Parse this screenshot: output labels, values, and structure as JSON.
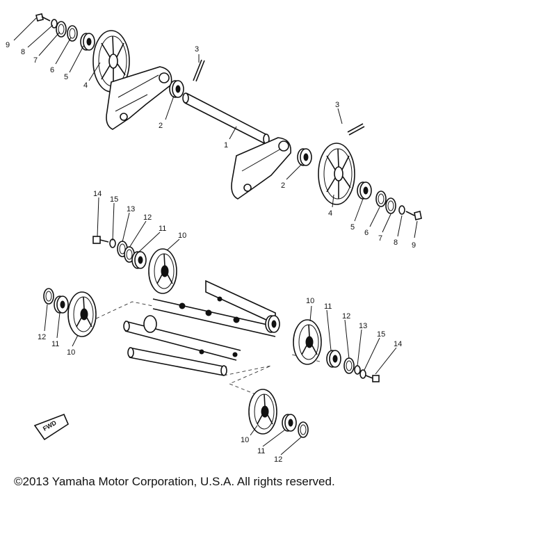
{
  "callouts": [
    {
      "id": "c-9-a",
      "text": "9"
    },
    {
      "id": "c-8-a",
      "text": "8"
    },
    {
      "id": "c-7-a",
      "text": "7"
    },
    {
      "id": "c-6-a",
      "text": "6"
    },
    {
      "id": "c-5-a",
      "text": "5"
    },
    {
      "id": "c-4-a",
      "text": "4"
    },
    {
      "id": "c-3-a",
      "text": "3"
    },
    {
      "id": "c-2-a",
      "text": "2"
    },
    {
      "id": "c-1",
      "text": "1"
    },
    {
      "id": "c-3-b",
      "text": "3"
    },
    {
      "id": "c-2-b",
      "text": "2"
    },
    {
      "id": "c-4-b",
      "text": "4"
    },
    {
      "id": "c-5-b",
      "text": "5"
    },
    {
      "id": "c-6-b",
      "text": "6"
    },
    {
      "id": "c-7-b",
      "text": "7"
    },
    {
      "id": "c-8-b",
      "text": "8"
    },
    {
      "id": "c-9-b",
      "text": "9"
    },
    {
      "id": "c-14-a",
      "text": "14"
    },
    {
      "id": "c-15-a",
      "text": "15"
    },
    {
      "id": "c-13-a",
      "text": "13"
    },
    {
      "id": "c-12-a",
      "text": "12"
    },
    {
      "id": "c-11-a",
      "text": "11"
    },
    {
      "id": "c-10-a",
      "text": "10"
    },
    {
      "id": "c-12-b",
      "text": "12"
    },
    {
      "id": "c-11-b",
      "text": "11"
    },
    {
      "id": "c-10-b",
      "text": "10"
    },
    {
      "id": "c-10-c",
      "text": "10"
    },
    {
      "id": "c-11-c",
      "text": "11"
    },
    {
      "id": "c-12-c",
      "text": "12"
    },
    {
      "id": "c-13-c",
      "text": "13"
    },
    {
      "id": "c-15-c",
      "text": "15"
    },
    {
      "id": "c-14-c",
      "text": "14"
    },
    {
      "id": "c-10-d",
      "text": "10"
    },
    {
      "id": "c-11-d",
      "text": "11"
    },
    {
      "id": "c-12-d",
      "text": "12"
    }
  ],
  "fwd_label": "FWD",
  "copyright": "©2013 Yamaha Motor Corporation, U.S.A. All rights reserved."
}
